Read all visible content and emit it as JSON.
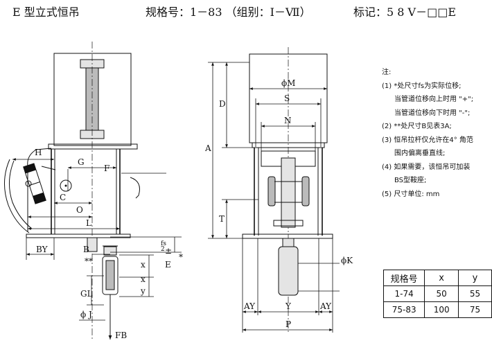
{
  "header": {
    "title": "E 型立式恒吊",
    "spec": "规格号：1－83 （组别：Ⅰ－Ⅶ）",
    "code": "标记：5 8 V－□□E"
  },
  "diagram": {
    "side_labels": {
      "H": "H",
      "G": "G",
      "F": "F",
      "C": "C",
      "O": "O",
      "L": "L",
      "BY": "BY",
      "B": "B",
      "star2": "**",
      "star1": "*",
      "E": "E",
      "fs": "fs",
      "pm": "±",
      "two": "2",
      "x1": "x",
      "x2": "x",
      "y": "y",
      "GL": "GL",
      "J": "ϕ J",
      "FB": "FB"
    },
    "front_labels": {
      "M": "ϕM",
      "S": "S",
      "N": "N",
      "D": "D",
      "A": "A",
      "T": "T",
      "K": "ϕK",
      "AY_left": "AY",
      "Y": "Y",
      "AY_right": "AY",
      "P": "P"
    }
  },
  "notes": {
    "title": "注:",
    "items": [
      "(1) *处尺寸fs为实际位移;",
      "当管道位移向上时用 \"+\";",
      "当管道位移向下时用 \"-\";",
      "(2) **处尺寸B见表3A;",
      "(3) 恒吊拉杆仅允许在4° 角范",
      "围内偏离垂直线;",
      "(4) 如果需要，该恒吊可加装",
      "BS型鞍座;",
      "(5) 尺寸单位: mm"
    ]
  },
  "table": {
    "headers": [
      "规格号",
      "x",
      "y"
    ],
    "rows": [
      [
        "1-74",
        "50",
        "55"
      ],
      [
        "75-83",
        "100",
        "75"
      ]
    ]
  }
}
